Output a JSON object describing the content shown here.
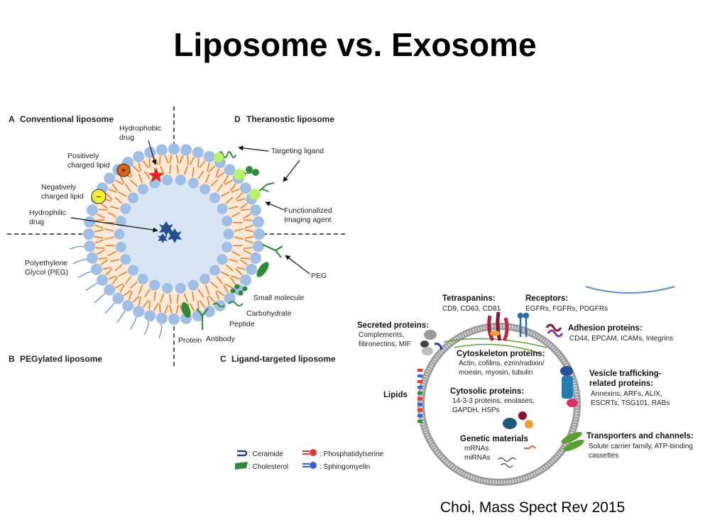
{
  "title": "Liposome vs. Exosome",
  "citation": "Choi, Mass Spect Rev 2015",
  "liposome": {
    "panels": [
      {
        "letter": "A",
        "name": "Conventional liposome"
      },
      {
        "letter": "D",
        "name": "Theranostic liposome"
      },
      {
        "letter": "B",
        "name": "PEGylated liposome"
      },
      {
        "letter": "C",
        "name": "Ligand-targeted liposome"
      }
    ],
    "labels": {
      "hydrophobic_1": "Hydrophobic",
      "hydrophobic_2": "drug",
      "pos_1": "Positively",
      "pos_2": "charged lipid",
      "neg_1": "Negatively",
      "neg_2": "charged lipid",
      "hydrophilic_1": "Hydrophilic",
      "hydrophilic_2": "drug",
      "peg_1": "Polyethylene",
      "peg_2": "Glycol (PEG)",
      "targeting": "Targeting ligand",
      "func_1": "Functionalized",
      "func_2": "Imaging agent",
      "peg": "PEG",
      "small_molecule": "Small molecule",
      "carbohydrate": "Carbohydrate",
      "peptide": "Peptide",
      "protein": "Protein",
      "antibody": "Antibody"
    },
    "symbols": {
      "positive": "+",
      "negative": "−"
    }
  },
  "exosome": {
    "tetraspanins": {
      "title": "Tetraspanins:",
      "lines": [
        "CD9, CD63, CD81"
      ]
    },
    "receptors": {
      "title": "Receptors:",
      "lines": [
        "EGFRs, FGFRs, PDGFRs"
      ]
    },
    "secreted": {
      "title": "Secreted proteins:",
      "lines": [
        "Complements,",
        "fibronectins, MIF"
      ]
    },
    "adhesion": {
      "title": "Adhesion proteins:",
      "lines": [
        "CD44, EPCAM, ICAMs, Integrins"
      ]
    },
    "cytoskeleton": {
      "title": "Cytoskeleton proteins:",
      "lines": [
        "Actin, cofilins, ezrin/radixin/",
        "moesin, myosin, tubulin"
      ]
    },
    "vesicle": {
      "title": [
        "Vesicle trafficking-",
        "related proteins:"
      ],
      "lines": [
        "Annexins, ARFs, ALIX,",
        "ESCRTs, TSG101, RABs"
      ]
    },
    "lipids": {
      "title": "Lipids"
    },
    "cytosolic": {
      "title": "Cytosolic proteins:",
      "lines": [
        "14-3-3 proteins, enolases,",
        "GAPDH, HSPs"
      ]
    },
    "genetic": {
      "title": "Genetic materials",
      "lines": [
        "mRNAs",
        "miRNAs"
      ]
    },
    "transporters": {
      "title": "Transporters and channels:",
      "lines": [
        "Solute carrier family, ATP-binding",
        "cassettes"
      ]
    }
  },
  "legend": [
    {
      "text": ": Ceramide"
    },
    {
      "text": ": Cholesterol"
    },
    {
      "text": ": Phosphatidylserine"
    },
    {
      "text": ": Sphingomyelin"
    }
  ],
  "colors": {
    "head": "#9fbfe6",
    "tail": "#e8771f",
    "bilayer": "#fde9d6",
    "core": "#d7e5f4",
    "drug": "#1f4f8f",
    "green": "#2e8b3a",
    "ligand": "#b7f26a",
    "star": "#e82020",
    "positive": "#d9661a",
    "negative": "#f5ee35"
  }
}
